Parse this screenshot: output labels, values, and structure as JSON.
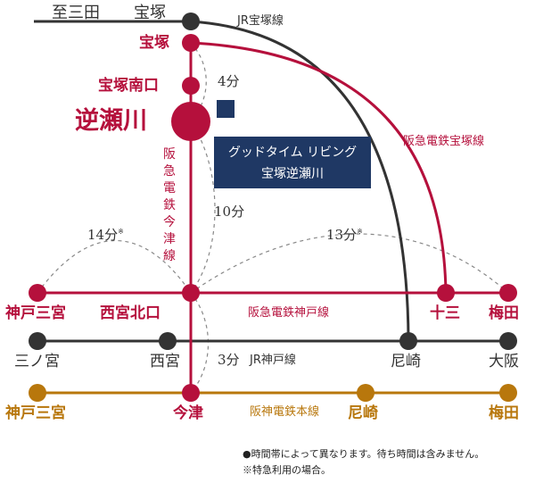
{
  "colors": {
    "hankyu": "#b5103c",
    "jr": "#333333",
    "hanshin": "#b8770c",
    "property": "#1f3864",
    "dashed": "#888888"
  },
  "lines": {
    "jr_takarazuka": "JR宝塚線",
    "hankyu_takarazuka": "阪急電鉄宝塚線",
    "hankyu_imazu": "阪急電鉄今津線",
    "hankyu_kobe": "阪急電鉄神戸線",
    "jr_kobe": "JR神戸線",
    "hanshin_main": "阪神電鉄本線"
  },
  "stations": {
    "for_sanda": "至三田",
    "jr_takarazuka": "宝塚",
    "hankyu_takarazuka": "宝塚",
    "takarazuka_minamiguchi": "宝塚南口",
    "sakasegawa": "逆瀬川",
    "kobe_sannomiya_hankyu": "神戸三宮",
    "nishinomiya_kitaguchi": "西宮北口",
    "juso": "十三",
    "umeda_hankyu": "梅田",
    "sannomiya_jr": "三ノ宮",
    "nishinomiya_jr": "西宮",
    "amagasaki_jr": "尼崎",
    "osaka_jr": "大阪",
    "kobe_sannomiya_hanshin": "神戸三宮",
    "imazu": "今津",
    "amagasaki_hanshin": "尼崎",
    "umeda_hanshin": "梅田"
  },
  "times": {
    "to_takarazuka": "4分",
    "to_nishinomiya_kitaguchi": "10分",
    "to_kobe_sannomiya": "14分",
    "to_umeda": "13分",
    "to_imazu": "3分",
    "express_mark": "※"
  },
  "property": {
    "line1": "グッドタイム リビング",
    "line2": "宝塚逆瀬川"
  },
  "notes": [
    "●時間帯によって異なります。待ち時間は含みません。",
    "※特急利用の場合。"
  ]
}
